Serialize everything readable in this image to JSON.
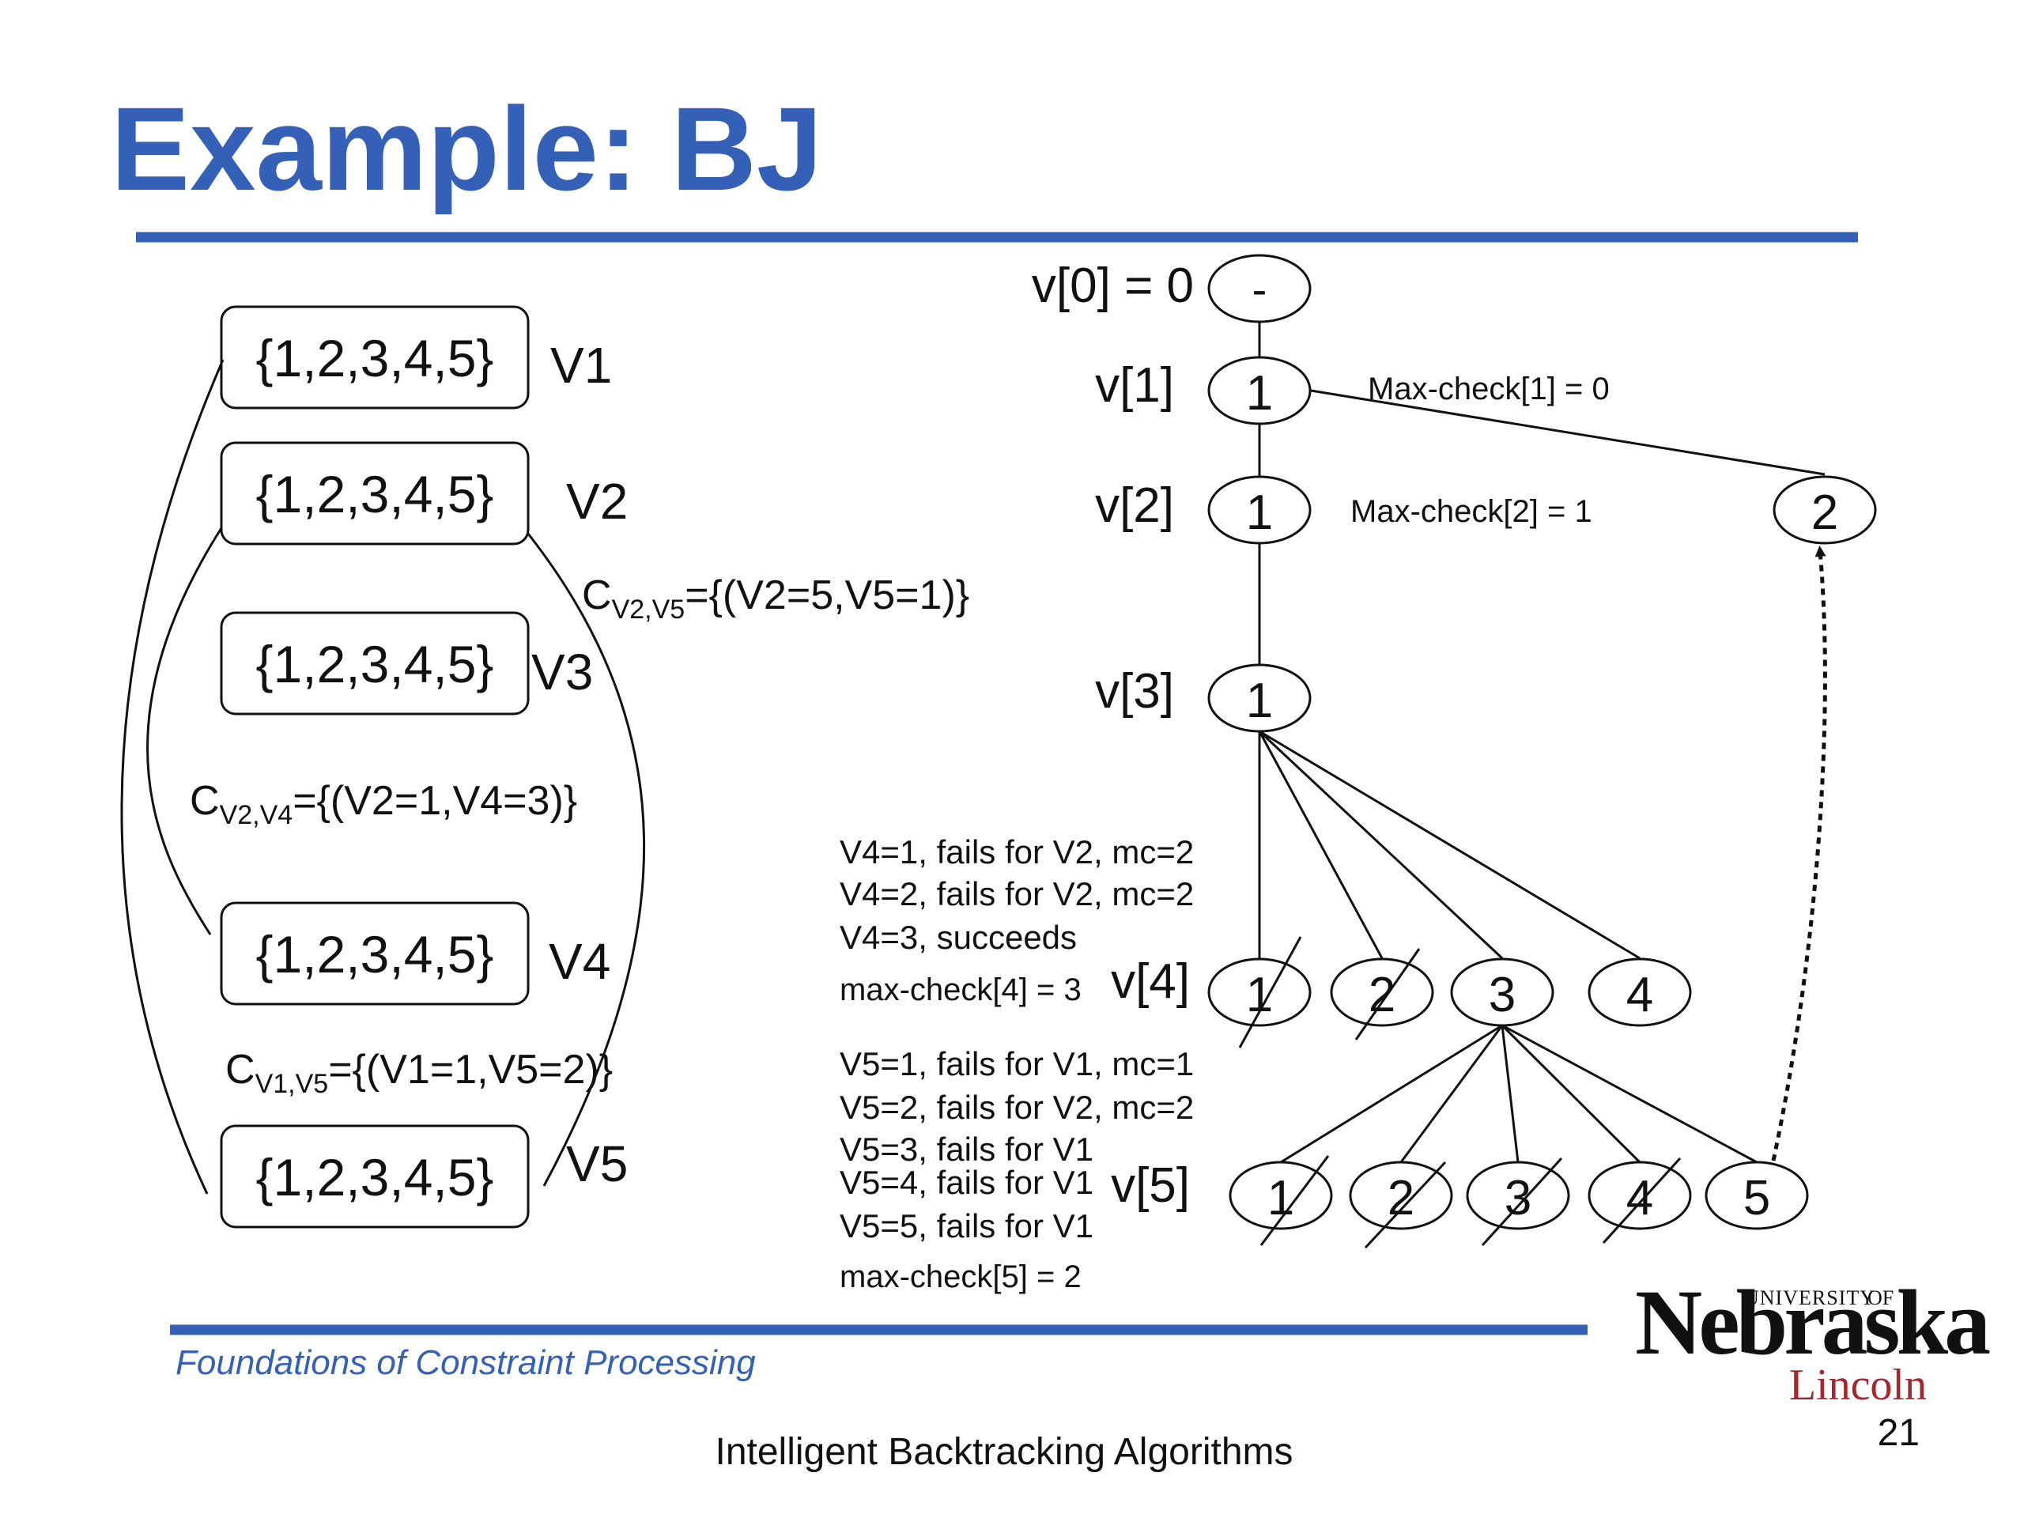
{
  "slide": {
    "title": "Example: BJ",
    "footer_course": "Foundations of Constraint Processing",
    "footer_topic": "Intelligent Backtracking Algorithms",
    "page_number": "21",
    "logo": {
      "univ": "UNIVERSITY",
      "of": "OF",
      "name": "Nebraska",
      "campus": "Lincoln"
    },
    "colors": {
      "accent": "#3461b7",
      "logo_red": "#a3272d",
      "text": "#111111"
    }
  },
  "variables": [
    {
      "domain": "{1,2,3,4,5}",
      "name": "V1"
    },
    {
      "domain": "{1,2,3,4,5}",
      "name": "V2"
    },
    {
      "domain": "{1,2,3,4,5}",
      "name": "V3"
    },
    {
      "domain": "{1,2,3,4,5}",
      "name": "V4"
    },
    {
      "domain": "{1,2,3,4,5}",
      "name": "V5"
    }
  ],
  "constraints": [
    {
      "sub": "V2,V5",
      "body": "={(V2=5,V5=1)}"
    },
    {
      "sub": "V2,V4",
      "body": "={(V2=1,V4=3)}"
    },
    {
      "sub": "V1,V5",
      "body": "={(V1=1,V5=2)}"
    }
  ],
  "tree": {
    "levels": [
      "v[0] = 0",
      "v[1]",
      "v[2]",
      "v[3]",
      "v[4]",
      "v[5]"
    ],
    "root": "-",
    "chain": [
      "1",
      "1",
      "1"
    ],
    "v4_nodes": [
      "1",
      "2",
      "3",
      "4"
    ],
    "v5_nodes": [
      "1",
      "2",
      "3",
      "4",
      "5"
    ],
    "side_node": "2",
    "max_check": [
      "Max-check[1] = 0",
      "Max-check[2] = 1"
    ]
  },
  "notes": {
    "v4": [
      "V4=1, fails for V2, mc=2",
      "V4=2, fails for V2, mc=2",
      "V4=3, succeeds",
      "max-check[4] = 3"
    ],
    "v5": [
      "V5=1, fails for V1, mc=1",
      "V5=2, fails for V2, mc=2",
      "V5=3, fails for V1",
      "V5=4, fails for V1",
      "V5=5, fails for V1",
      "max-check[5] = 2"
    ]
  }
}
